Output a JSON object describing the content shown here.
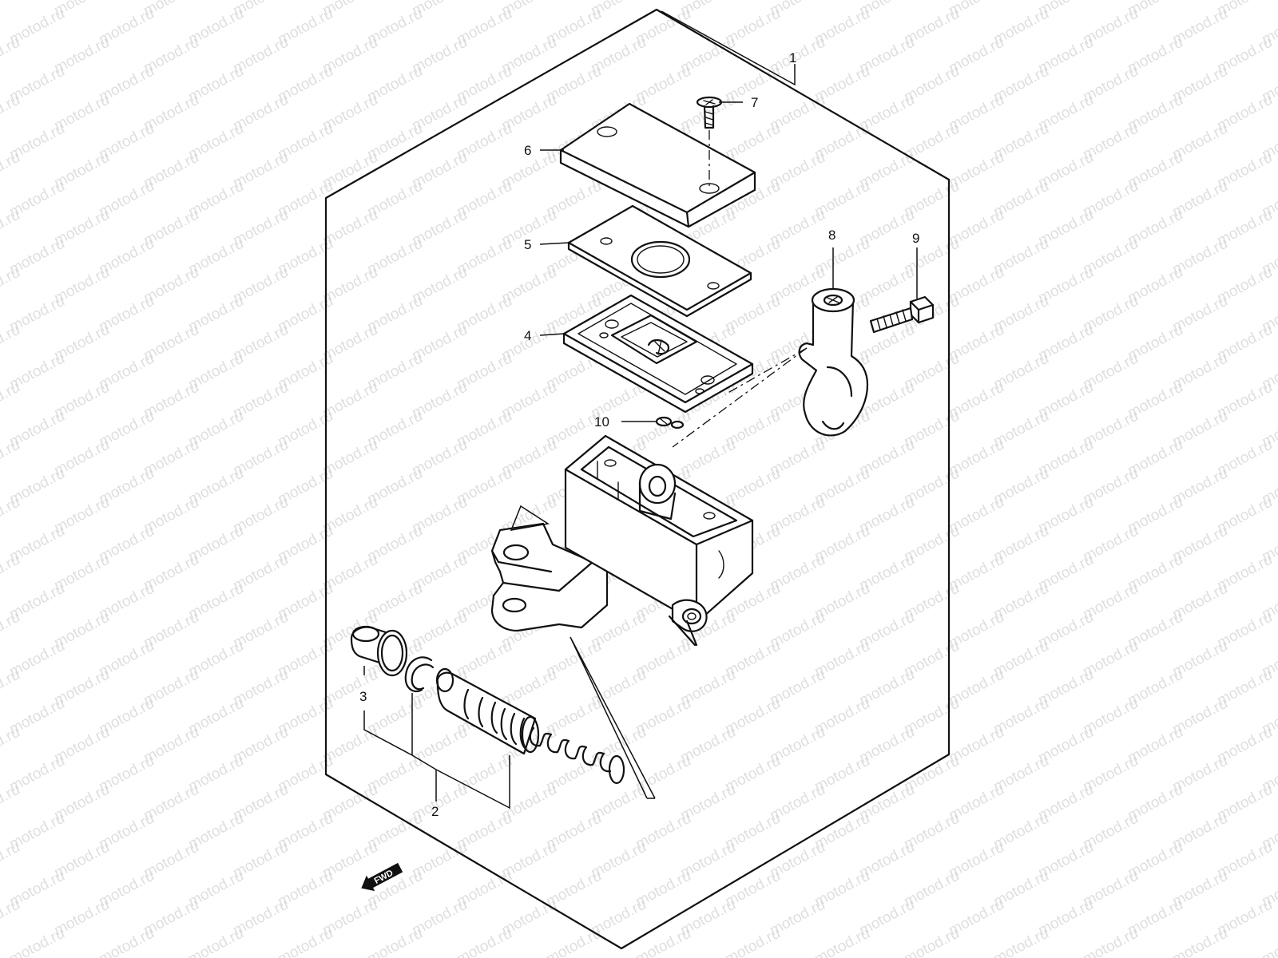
{
  "watermark_text": "motod.ru",
  "callouts": {
    "c1": "1",
    "c2": "2",
    "c3": "3",
    "c4": "4",
    "c5": "5",
    "c6": "6",
    "c7": "7",
    "c8": "8",
    "c9": "9",
    "c10": "10"
  },
  "direction_badge": "FWD"
}
